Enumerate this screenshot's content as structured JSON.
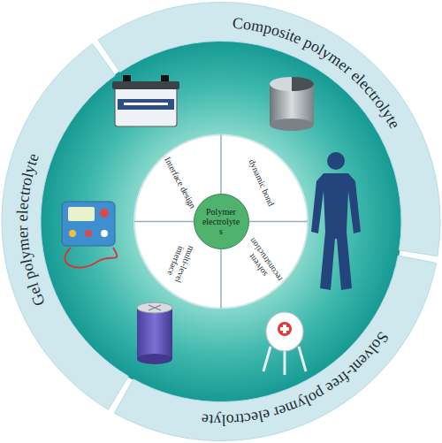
{
  "diagram": {
    "nodes": [
      {
        "text": [
          "Composite polymer electrolyte"
        ]
      },
      {
        "text": [
          "Solvent-free polymer electrolyte"
        ]
      },
      {
        "text": [
          "Gel polymer electrolyte"
        ]
      },
      {
        "text": [
          "Polymer electrolytes"
        ]
      }
    ],
    "labels": [
      "Interface design",
      "dynamic bond",
      "solvent reconstruction",
      "multi-level interface"
    ]
  }
}
